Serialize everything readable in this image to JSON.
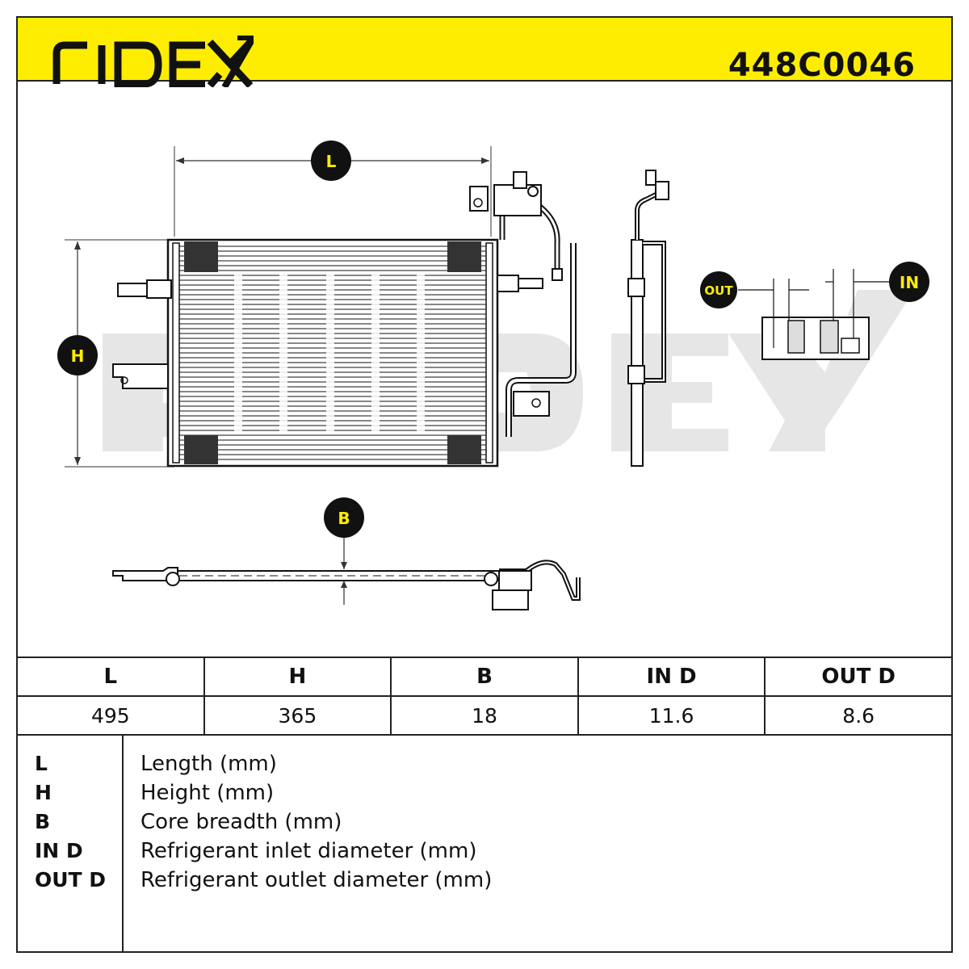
{
  "header": {
    "brand": "RIDEX",
    "part_number": "448C0046"
  },
  "diagram": {
    "labels": {
      "length": "L",
      "height": "H",
      "breadth": "B",
      "outlet": "OUT",
      "inlet": "IN"
    },
    "watermark": "RIDEX"
  },
  "specs": {
    "headers": [
      "L",
      "H",
      "B",
      "IN D",
      "OUT D"
    ],
    "values": [
      "495",
      "365",
      "18",
      "11.6",
      "8.6"
    ]
  },
  "legend": [
    {
      "key": "L",
      "desc": "Length (mm)"
    },
    {
      "key": "H",
      "desc": "Height (mm)"
    },
    {
      "key": "B",
      "desc": "Core breadth (mm)"
    },
    {
      "key": "IN D",
      "desc": "Refrigerant inlet diameter (mm)"
    },
    {
      "key": "OUT D",
      "desc": "Refrigerant outlet diameter (mm)"
    }
  ],
  "colors": {
    "accent": "#ffed00",
    "ink": "#111111",
    "badge_text": "#ffed00"
  }
}
